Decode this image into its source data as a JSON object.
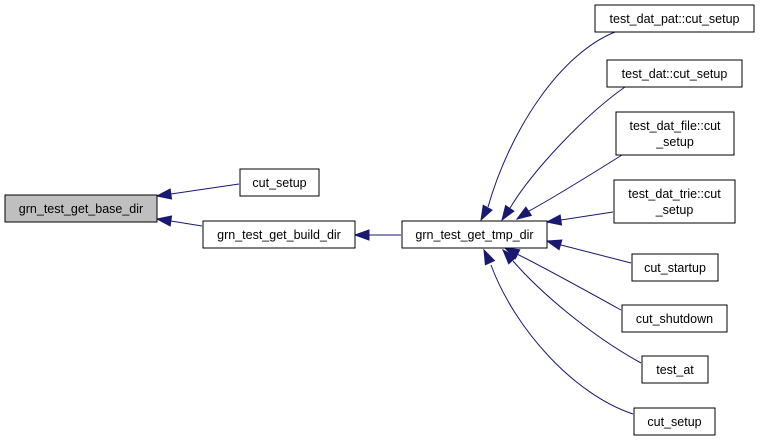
{
  "graph": {
    "nodes": [
      {
        "id": "base_dir",
        "lines": [
          "grn_test_get_base_dir"
        ]
      },
      {
        "id": "cut_setup_1",
        "lines": [
          "cut_setup"
        ]
      },
      {
        "id": "build_dir",
        "lines": [
          "grn_test_get_build_dir"
        ]
      },
      {
        "id": "tmp_dir",
        "lines": [
          "grn_test_get_tmp_dir"
        ]
      },
      {
        "id": "dat_pat",
        "lines": [
          "test_dat_pat::cut_setup"
        ]
      },
      {
        "id": "dat",
        "lines": [
          "test_dat::cut_setup"
        ]
      },
      {
        "id": "dat_file",
        "lines": [
          "test_dat_file::cut",
          "_setup"
        ]
      },
      {
        "id": "dat_trie",
        "lines": [
          "test_dat_trie::cut",
          "_setup"
        ]
      },
      {
        "id": "cut_startup",
        "lines": [
          "cut_startup"
        ]
      },
      {
        "id": "cut_shutdown",
        "lines": [
          "cut_shutdown"
        ]
      },
      {
        "id": "test_at",
        "lines": [
          "test_at"
        ]
      },
      {
        "id": "cut_setup_2",
        "lines": [
          "cut_setup"
        ]
      }
    ],
    "edges": [
      {
        "from": "cut_setup_1",
        "to": "base_dir"
      },
      {
        "from": "build_dir",
        "to": "base_dir"
      },
      {
        "from": "tmp_dir",
        "to": "build_dir"
      },
      {
        "from": "dat_pat",
        "to": "tmp_dir"
      },
      {
        "from": "dat",
        "to": "tmp_dir"
      },
      {
        "from": "dat_file",
        "to": "tmp_dir"
      },
      {
        "from": "dat_trie",
        "to": "tmp_dir"
      },
      {
        "from": "cut_startup",
        "to": "tmp_dir"
      },
      {
        "from": "cut_shutdown",
        "to": "tmp_dir"
      },
      {
        "from": "test_at",
        "to": "tmp_dir"
      },
      {
        "from": "cut_setup_2",
        "to": "tmp_dir"
      }
    ],
    "colors": {
      "edge": "#191970",
      "root_fill": "#bfbfbf",
      "node_fill": "#ffffff"
    }
  }
}
